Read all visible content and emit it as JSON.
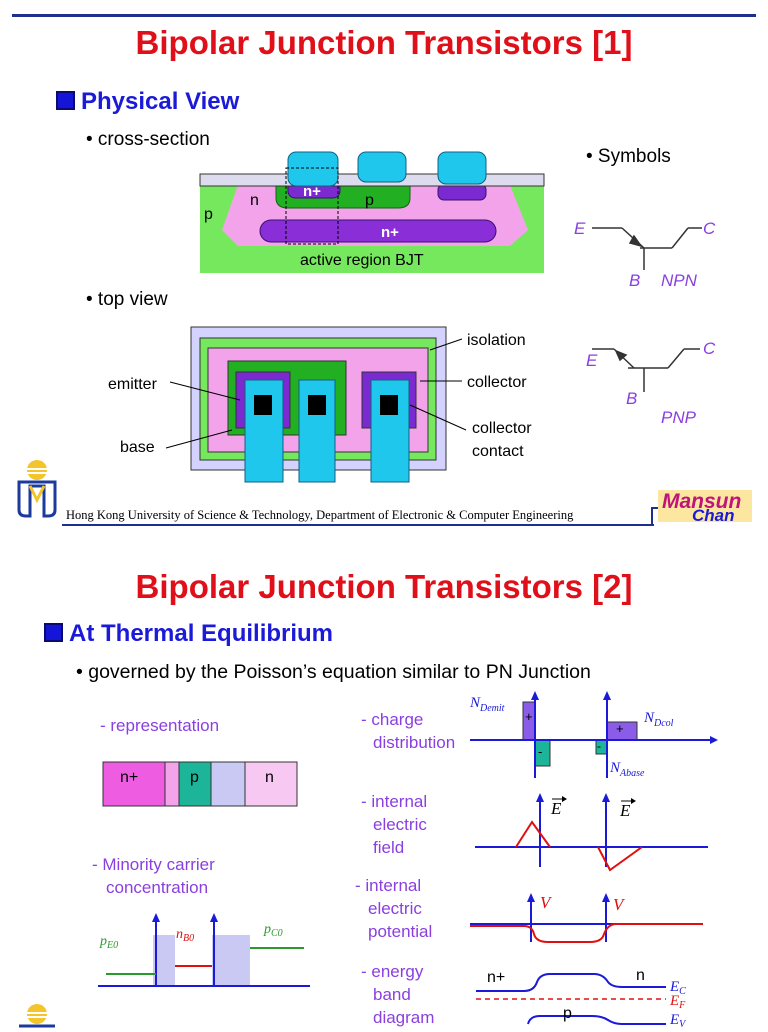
{
  "slide1": {
    "title": "Bipolar Junction Transistors [1]",
    "heading": "Physical View",
    "bullets": {
      "cross_section": "• cross-section",
      "top_view": "• top view",
      "symbols": "• Symbols"
    },
    "cross_section_labels": {
      "n_plus_top": "n+",
      "n": "n",
      "p_base": "p",
      "p_substrate": "p",
      "n_plus_buried": "n+",
      "caption": "active region BJT"
    },
    "top_view_labels": {
      "isolation": "isolation",
      "collector": "collector",
      "emitter": "emitter",
      "base": "base",
      "collector_contact_1": "collector",
      "collector_contact_2": "contact"
    },
    "symbol_labels": {
      "npn_E": "E",
      "npn_C": "C",
      "npn_B": "B",
      "npn_name": "NPN",
      "pnp_E": "E",
      "pnp_C": "C",
      "pnp_B": "B",
      "pnp_name": "PNP"
    },
    "footer": "Hong Kong University of Science & Technology, Department of Electronic & Computer Engineering",
    "logo_text": "Mansun Chan"
  },
  "slide2": {
    "title": "Bipolar Junction Transistors [2]",
    "heading": "At Thermal Equilibrium",
    "bullet": "• governed by the Poisson’s equation similar to PN Junction",
    "representation_label": "- representation",
    "regions": [
      "n+",
      "p",
      "n"
    ],
    "minority_label_1": "- Minority carrier",
    "minority_label_2": "concentration",
    "minority_vars": {
      "pE0": "p",
      "pE0_sub": "E0",
      "nB0": "n",
      "nB0_sub": "B0",
      "pC0": "p",
      "pC0_sub": "C0"
    },
    "charge_label_1": "- charge",
    "charge_label_2": "distribution",
    "charge_vars": {
      "demit": "N",
      "demit_sub": "Demit",
      "dcol": "N",
      "dcol_sub": "Dcol",
      "abase": "N",
      "abase_sub": "Abase"
    },
    "field_label": [
      "- internal",
      "electric",
      "field"
    ],
    "field_var": "E",
    "potential_label": [
      "- internal",
      "electric",
      "potential"
    ],
    "potential_var": "V",
    "band_label": [
      "- energy",
      "band",
      "diagram"
    ],
    "band_regions": {
      "left": "n+",
      "right": "n",
      "middle": "p"
    },
    "band_levels": {
      "ec": "E",
      "ec_sub": "C",
      "ef": "E",
      "ef_sub": "F",
      "ev": "E",
      "ev_sub": "V"
    }
  },
  "colors": {
    "title": "#e0101a",
    "heading": "#1a1ad8",
    "accent_purple": "#8a3fe0",
    "npn_pnp": "#8a3fe0"
  }
}
